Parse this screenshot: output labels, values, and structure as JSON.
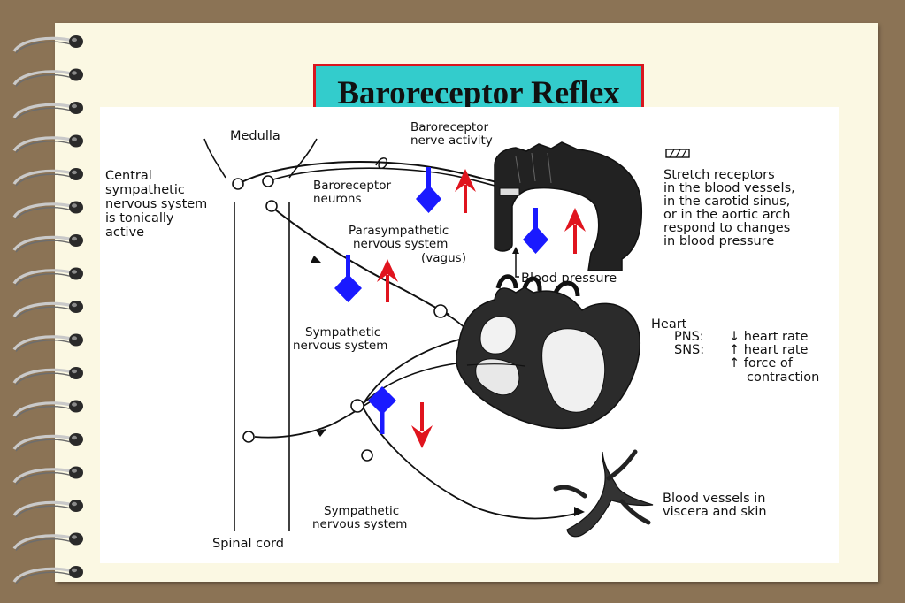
{
  "title": "Baroreceptor Reflex",
  "colors": {
    "background": "#8b7355",
    "paper": "#fbf8e3",
    "title_bg": "#33cccc",
    "title_border": "#d9161e",
    "decrease_marker": "#1a1aff",
    "increase_arrow": "#e0141e"
  },
  "icons": {
    "binding": "spiral-binding-icon",
    "decrease": "blue-decrease-marker-icon",
    "increase": "red-up-arrow-icon",
    "down": "red-down-arrow-icon"
  },
  "labels": {
    "medulla": "Medulla",
    "central_1": "Central",
    "central_2": "sympathetic",
    "central_3": "nervous system",
    "central_4": "is tonically",
    "central_5": "active",
    "baro_activity_1": "Baroreceptor",
    "baro_activity_2": "nerve activity",
    "baro_neurons_1": "Baroreceptor",
    "baro_neurons_2": "neurons",
    "para_1": "Parasympathetic",
    "para_2": "nervous system",
    "para_3": "(vagus)",
    "stretch_1": "Stretch receptors",
    "stretch_2": "in the blood vessels,",
    "stretch_3": "in the carotid sinus,",
    "stretch_4": "or in the aortic arch",
    "stretch_5": "respond to changes",
    "stretch_6": "in blood pressure",
    "blood_pressure": "Blood pressure",
    "symp_1_a": "Sympathetic",
    "symp_1_b": "nervous system",
    "heart": "Heart",
    "pns": "PNS:",
    "sns": "SNS:",
    "pns_effect": "↓ heart rate",
    "sns_effect_1": "↑ heart rate",
    "sns_effect_2": "↑ force of",
    "sns_effect_3": "contraction",
    "symp_2_a": "Sympathetic",
    "symp_2_b": "nervous system",
    "vessels_1": "Blood vessels in",
    "vessels_2": "viscera and skin",
    "spinal_cord": "Spinal cord"
  }
}
